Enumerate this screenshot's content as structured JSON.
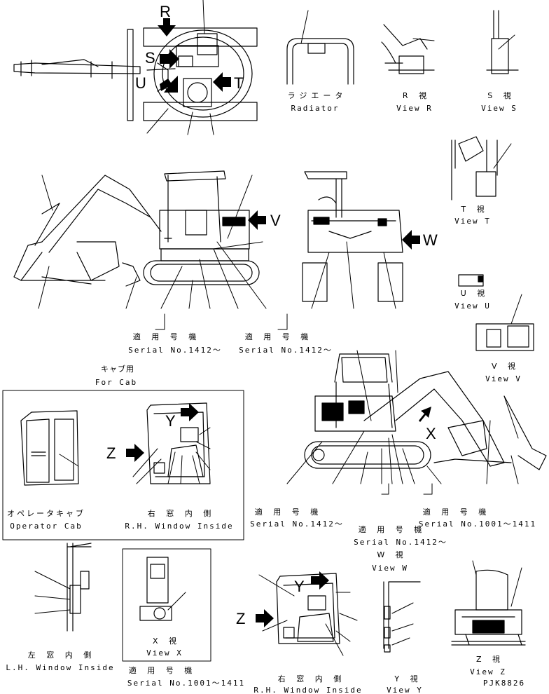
{
  "letters": {
    "R": "R",
    "S": "S",
    "U": "U",
    "T": "T",
    "V": "V",
    "W": "W",
    "X": "X",
    "Y": "Y",
    "Z": "Z",
    "Y2": "Y",
    "Z2": "Z"
  },
  "views": {
    "radiator_jp": "ラジエータ",
    "radiator_en": "Radiator",
    "viewR_jp": "R 視",
    "viewR_en": "View R",
    "viewS_jp": "S 視",
    "viewS_en": "View S",
    "viewT_jp": "T 視",
    "viewT_en": "View T",
    "viewU_jp": "U 視",
    "viewU_en": "View U",
    "viewV_jp": "V 視",
    "viewV_en": "View V",
    "viewW_jp": "W 視",
    "viewW_en": "View W",
    "viewX_jp": "X 視",
    "viewX_en": "View X",
    "viewY_jp": "Y 視",
    "viewY_en": "View Y",
    "viewZ_jp": "Z 視",
    "viewZ_en": "View Z"
  },
  "serials": {
    "a_jp": "適 用 号 機",
    "a_en": "Serial No.1412～",
    "b_jp": "適 用 号 機",
    "b_en": "Serial No.1412～",
    "c_jp": "適 用 号 機",
    "c_en": "Serial No.1412～",
    "d_jp": "適 用 号 機",
    "d_en": "Serial No.1412～",
    "e_jp": "適 用 号 機",
    "e_en": "Serial No.1001～1411",
    "f_jp": "適 用 号 機",
    "f_en": "Serial No.1001～1411"
  },
  "cab": {
    "for_cab_jp": "キャブ用",
    "for_cab_en": "For Cab",
    "operator_jp": "オペレータキャブ",
    "operator_en": "Operator Cab",
    "rh_jp": "右 窓 内 側",
    "rh_en": "R.H. Window Inside",
    "lh_jp": "左 窓 内 側",
    "lh_en": "L.H. Window Inside",
    "rh2_jp": "右 窓 内 側",
    "rh2_en": "R.H. Window Inside"
  },
  "drawing_code": "PJK8826"
}
